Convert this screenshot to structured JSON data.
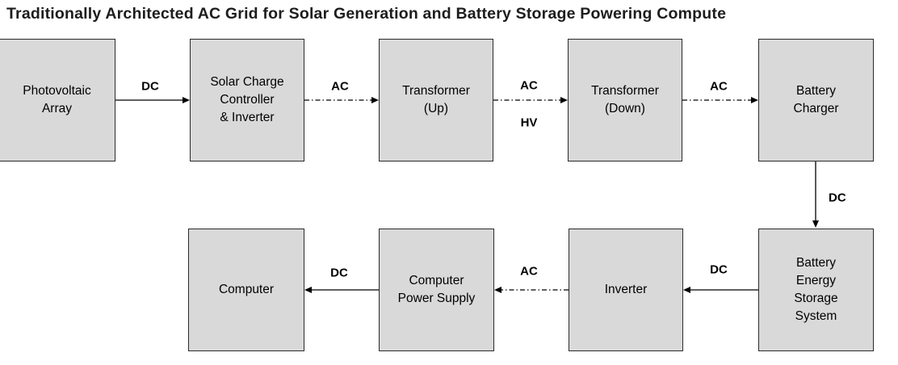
{
  "title": "Traditionally Architected AC Grid for Solar Generation and Battery Storage Powering Compute",
  "colors": {
    "background": "#ffffff",
    "node_fill": "#d9d9d9",
    "node_border": "#2b2b2b",
    "line": "#000000",
    "text": "#000000"
  },
  "nodes": [
    {
      "id": "photovoltaic-array",
      "label": "Photovoltaic\nArray"
    },
    {
      "id": "solar-charge-controller-inverter",
      "label": "Solar Charge\nController\n& Inverter"
    },
    {
      "id": "transformer-up",
      "label": "Transformer\n(Up)"
    },
    {
      "id": "transformer-down",
      "label": "Transformer\n(Down)"
    },
    {
      "id": "battery-charger",
      "label": "Battery\nCharger"
    },
    {
      "id": "computer",
      "label": "Computer"
    },
    {
      "id": "computer-power-supply",
      "label": "Computer\nPower Supply"
    },
    {
      "id": "inverter",
      "label": "Inverter"
    },
    {
      "id": "battery-energy-storage-system",
      "label": "Battery\nEnergy\nStorage\nSystem"
    }
  ],
  "edges": [
    {
      "id": "pv-to-scc",
      "label": "DC",
      "style": "solid",
      "from": "photovoltaic-array",
      "to": "solar-charge-controller-inverter"
    },
    {
      "id": "scc-to-transformer-up",
      "label": "AC",
      "style": "dashdot",
      "from": "solar-charge-controller-inverter",
      "to": "transformer-up"
    },
    {
      "id": "transformer-up-to-down",
      "label": "AC",
      "label2": "HV",
      "style": "dashdot",
      "from": "transformer-up",
      "to": "transformer-down"
    },
    {
      "id": "transformer-down-to-battery-charger",
      "label": "AC",
      "style": "dashdot",
      "from": "transformer-down",
      "to": "battery-charger"
    },
    {
      "id": "battery-charger-to-bess",
      "label": "DC",
      "style": "solid",
      "from": "battery-charger",
      "to": "battery-energy-storage-system"
    },
    {
      "id": "bess-to-inverter",
      "label": "DC",
      "style": "solid",
      "from": "battery-energy-storage-system",
      "to": "inverter"
    },
    {
      "id": "inverter-to-cps",
      "label": "AC",
      "style": "dashdot",
      "from": "inverter",
      "to": "computer-power-supply"
    },
    {
      "id": "cps-to-computer",
      "label": "DC",
      "style": "solid",
      "from": "computer-power-supply",
      "to": "computer"
    }
  ]
}
